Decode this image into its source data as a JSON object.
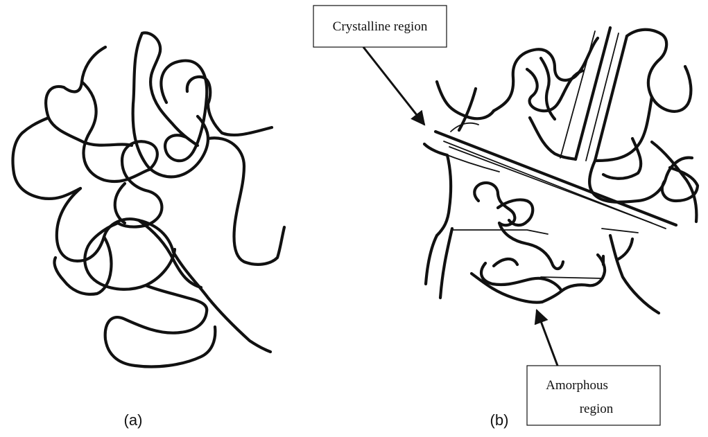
{
  "panels": [
    {
      "label": "(a)"
    },
    {
      "label": "(b)"
    }
  ],
  "callouts": {
    "crystalline": {
      "text": "Crystalline region"
    },
    "amorphous": {
      "line1": "Amorphous",
      "line2": "region"
    }
  },
  "colors": {
    "ink": "#111111",
    "background": "#ffffff"
  }
}
